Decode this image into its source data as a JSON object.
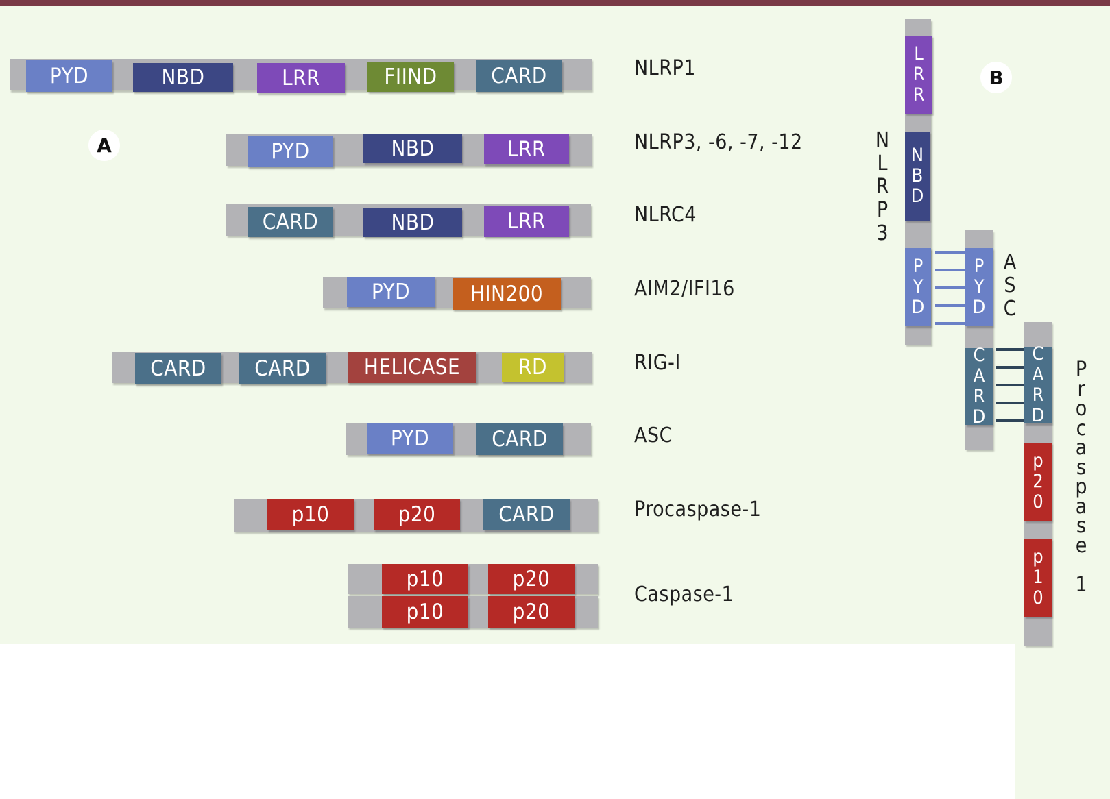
{
  "panel_a": {
    "letter": "A",
    "rows": [
      {
        "name": "NLRP1",
        "domains": [
          "PYD",
          "NBD",
          "LRR",
          "FIIND",
          "CARD"
        ]
      },
      {
        "name": "NLRP3, -6, -7, -12",
        "domains": [
          "PYD",
          "NBD",
          "LRR"
        ]
      },
      {
        "name": "NLRC4",
        "domains": [
          "CARD",
          "NBD",
          "LRR"
        ]
      },
      {
        "name": "AIM2/IFI16",
        "domains": [
          "PYD",
          "HIN200"
        ]
      },
      {
        "name": "RIG-I",
        "domains": [
          "CARD",
          "CARD",
          "HELICASE",
          "RD"
        ]
      },
      {
        "name": "ASC",
        "domains": [
          "PYD",
          "CARD"
        ]
      },
      {
        "name": "Procaspase-1",
        "domains": [
          "p10",
          "p20",
          "CARD"
        ]
      },
      {
        "name": "Caspase-1",
        "domains": [
          "p10",
          "p20",
          "p10",
          "p20"
        ]
      }
    ]
  },
  "panel_b": {
    "letter": "B",
    "nlrp3": {
      "label": "NLRP3",
      "domains": [
        "LRR",
        "NBD",
        "PYD"
      ]
    },
    "asc": {
      "label": "ASC",
      "domains": [
        "PYD",
        "CARD"
      ]
    },
    "procaspase": {
      "label": "Procaspase 1",
      "domains": [
        "CARD",
        "p20",
        "p10"
      ]
    }
  },
  "colors": {
    "PYD": "#6a80c6",
    "NBD": "#3c4784",
    "LRR": "#7e4ab8",
    "FIIND": "#6e8a34",
    "CARD": "#4b7089",
    "HIN200": "#c45f1e",
    "HELICASE": "#a3423e",
    "RD": "#c4c22f",
    "p10": "#b52a26",
    "p20": "#b52a26",
    "backbone": "#b3b3b6",
    "background": "#f2f9ea",
    "top_rule": "#7a3a47"
  }
}
